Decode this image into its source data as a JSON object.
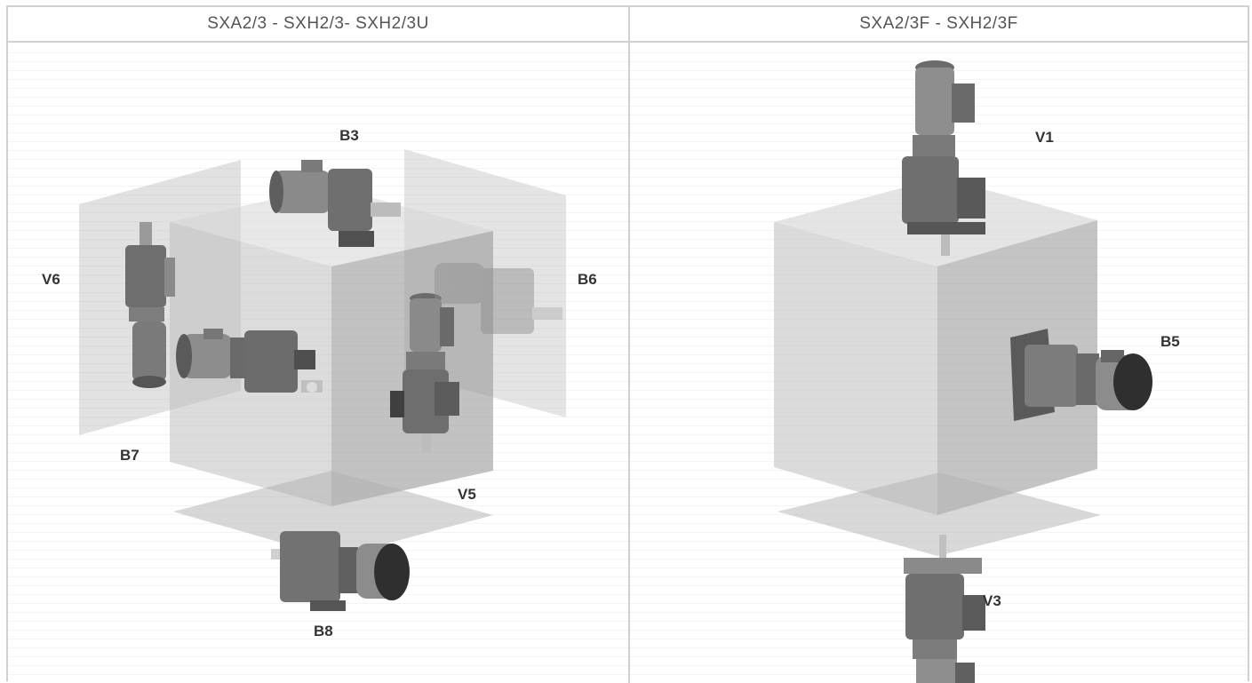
{
  "columns": [
    {
      "header": "SXA2/3 - SXH2/3- SXH2/3U"
    },
    {
      "header": "SXA2/3F - SXH2/3F"
    }
  ],
  "left_labels": {
    "b3": "B3",
    "v6": "V6",
    "b6": "B6",
    "b7": "B7",
    "v5": "V5",
    "b8": "B8"
  },
  "right_labels": {
    "v1": "V1",
    "b5": "B5",
    "v3": "V3"
  },
  "colors": {
    "border": "#d0d0d0",
    "header_text": "#555555",
    "label": "#333333"
  }
}
